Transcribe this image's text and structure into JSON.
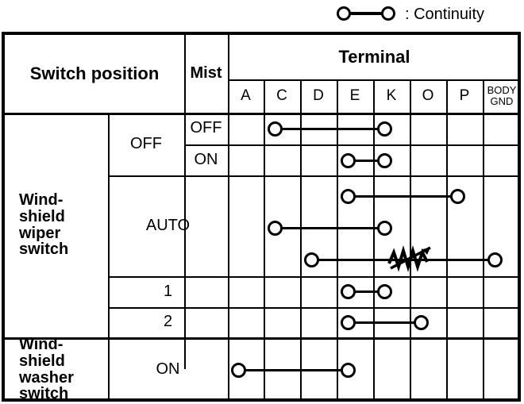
{
  "legend": {
    "symbol_name": "continuity-symbol",
    "text": ": Continuity"
  },
  "table": {
    "header": {
      "switch_position": "Switch position",
      "mist": "Mist",
      "terminal": "Terminal",
      "terminals": [
        "A",
        "C",
        "D",
        "E",
        "K",
        "O",
        "P"
      ],
      "body_gnd_line1": "BODY",
      "body_gnd_line2": "GND"
    },
    "groups": [
      {
        "name": "Wind-\nshield\nwiper\nswitch",
        "name_lines": [
          "Wind-",
          "shield",
          "wiper",
          "switch"
        ],
        "positions": [
          {
            "label": "OFF",
            "mist": [
              "OFF",
              "ON"
            ]
          },
          {
            "label": "AUTO",
            "mist": []
          },
          {
            "label": "1",
            "mist": []
          },
          {
            "label": "2",
            "mist": []
          }
        ]
      },
      {
        "name": "Wind-\nshield\nwasher\nswitch",
        "name_lines": [
          "Wind-",
          "shield",
          "washer",
          "switch"
        ],
        "positions": [
          {
            "label": "ON",
            "mist": []
          }
        ]
      }
    ],
    "rows": [
      {
        "id": "wiper-off-mist-off",
        "switch": "Windshield wiper switch",
        "position": "OFF",
        "mist": "OFF",
        "connections": [
          {
            "from": "C",
            "to": "K",
            "variable_resistor": false
          }
        ]
      },
      {
        "id": "wiper-off-mist-on",
        "switch": "Windshield wiper switch",
        "position": "OFF",
        "mist": "ON",
        "connections": [
          {
            "from": "E",
            "to": "K",
            "variable_resistor": false
          }
        ]
      },
      {
        "id": "wiper-auto",
        "switch": "Windshield wiper switch",
        "position": "AUTO",
        "mist": "",
        "connections": [
          {
            "from": "E",
            "to": "P",
            "variable_resistor": false
          },
          {
            "from": "C",
            "to": "K",
            "variable_resistor": false
          },
          {
            "from": "D",
            "to": "BODY GND",
            "variable_resistor": true
          }
        ]
      },
      {
        "id": "wiper-1",
        "switch": "Windshield wiper switch",
        "position": "1",
        "mist": "",
        "connections": [
          {
            "from": "E",
            "to": "K",
            "variable_resistor": false
          }
        ]
      },
      {
        "id": "wiper-2",
        "switch": "Windshield wiper switch",
        "position": "2",
        "mist": "",
        "connections": [
          {
            "from": "E",
            "to": "O",
            "variable_resistor": false
          }
        ]
      },
      {
        "id": "washer-on",
        "switch": "Windshield washer switch",
        "position": "ON",
        "mist": "",
        "connections": [
          {
            "from": "A",
            "to": "E",
            "variable_resistor": false
          }
        ]
      }
    ]
  },
  "colors": {
    "line": "#000000",
    "background": "#ffffff"
  }
}
